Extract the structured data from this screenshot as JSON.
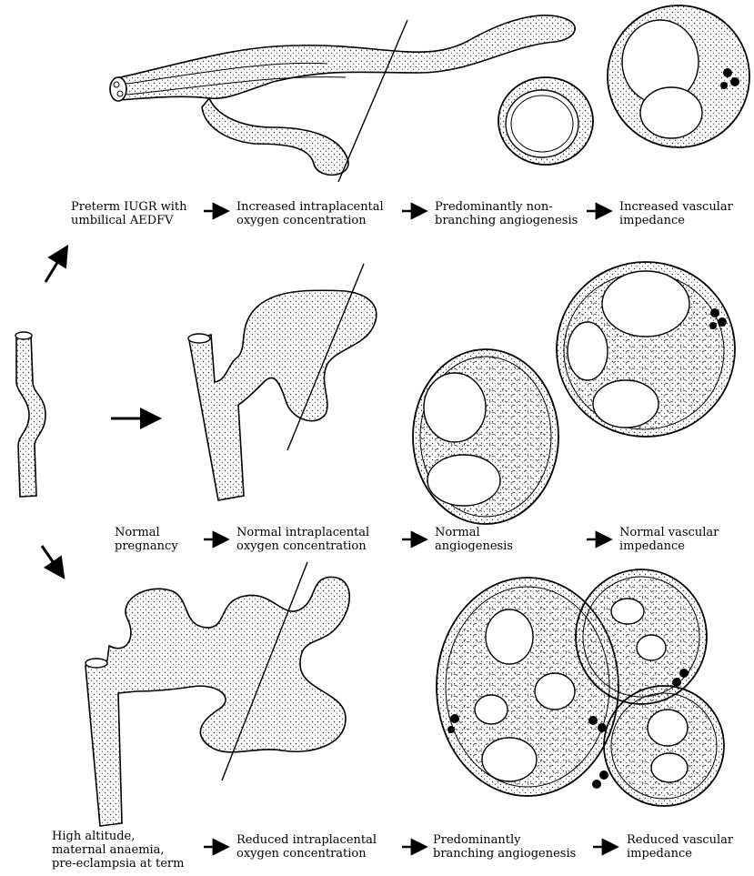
{
  "colors": {
    "ink": "#000000",
    "paper": "#ffffff",
    "stipple": "#555555"
  },
  "rows": [
    {
      "name": "top",
      "labels": [
        "Preterm IUGR with\numbilical AEDFV",
        "Increased intraplacental\noxygen concentration",
        "Predominantly non-\nbranching angiogenesis",
        "Increased vascular\nimpedance"
      ]
    },
    {
      "name": "middle",
      "labels": [
        "Normal\npregnancy",
        "Normal intraplacental\noxygen concentration",
        "Normal\nangiogenesis",
        "Normal vascular\nimpedance"
      ]
    },
    {
      "name": "bottom",
      "labels": [
        "High altitude,\nmaternal anaemia,\npre-eclampsia at term",
        "Reduced intraplacental\noxygen concentration",
        "Predominantly\nbranching angiogenesis",
        "Reduced vascular\nimpedance"
      ]
    }
  ]
}
